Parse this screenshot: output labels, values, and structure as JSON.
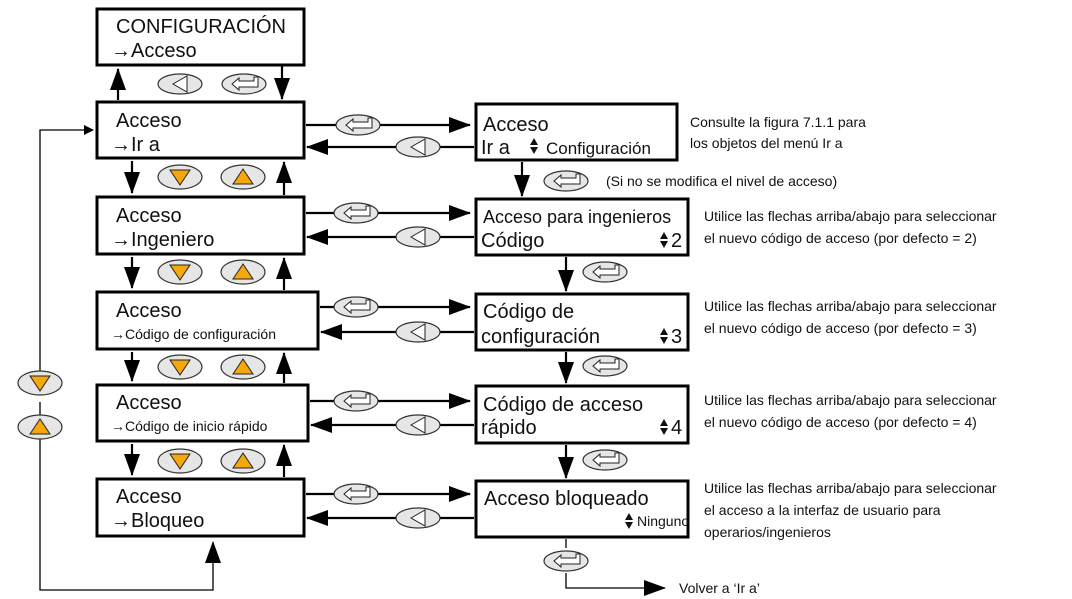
{
  "top_box": {
    "line1": "CONFIGURACIÓN",
    "line2": "→Acceso"
  },
  "left_boxes": [
    {
      "line1": "Acceso",
      "line2": "→Ir a"
    },
    {
      "line1": "Acceso",
      "line2": "→Ingeniero"
    },
    {
      "line1": "Acceso",
      "line2": "→Código de configuración"
    },
    {
      "line1": "Acceso",
      "line2": "→Código de inicio rápido"
    },
    {
      "line1": "Acceso",
      "line2": "→Bloqueo"
    }
  ],
  "right_boxes": [
    {
      "line1": "Acceso",
      "line2": "Ir a",
      "value": "Configuración"
    },
    {
      "line1": "Acceso para ingenieros",
      "line2": "Código",
      "value": "2"
    },
    {
      "line1": "Código de",
      "line2": "configuración",
      "value": "3"
    },
    {
      "line1": "Código de acceso",
      "line2": "rápido",
      "value": "4"
    },
    {
      "line1": "Acceso bloqueado",
      "line2": "",
      "value": "Ninguno"
    }
  ],
  "notes": [
    {
      "line1": "Consulte la figura 7.1.1 para",
      "line2": "los objetos del menú Ir a"
    },
    {
      "line1": "Utilice las flechas arriba/abajo para seleccionar",
      "line2": "el nuevo código de acceso (por defecto = 2)"
    },
    {
      "line1": "Utilice las flechas arriba/abajo para seleccionar",
      "line2": "el nuevo código de acceso (por defecto = 3)"
    },
    {
      "line1": "Utilice las flechas arriba/abajo para seleccionar",
      "line2": "el nuevo código de acceso (por defecto = 4)"
    },
    {
      "line1": "Utilice las flechas arriba/abajo para seleccionar",
      "line2": "el acceso a la interfaz de usuario para",
      "line3": "operarios/ingenieros"
    }
  ],
  "access_note": "(Si no se modifica el nivel de acceso)",
  "return_label": "Volver a ‘Ir a’",
  "colors": {
    "arrow_button": "#f5a80c",
    "button_oval": "#e6e6e6"
  },
  "icons": {
    "enter_button": "enter-key-icon",
    "back_button": "left-arrow-icon",
    "down_button": "down-arrow-icon",
    "up_button": "up-arrow-icon",
    "updown_indicator": "up-down-arrows-icon"
  }
}
